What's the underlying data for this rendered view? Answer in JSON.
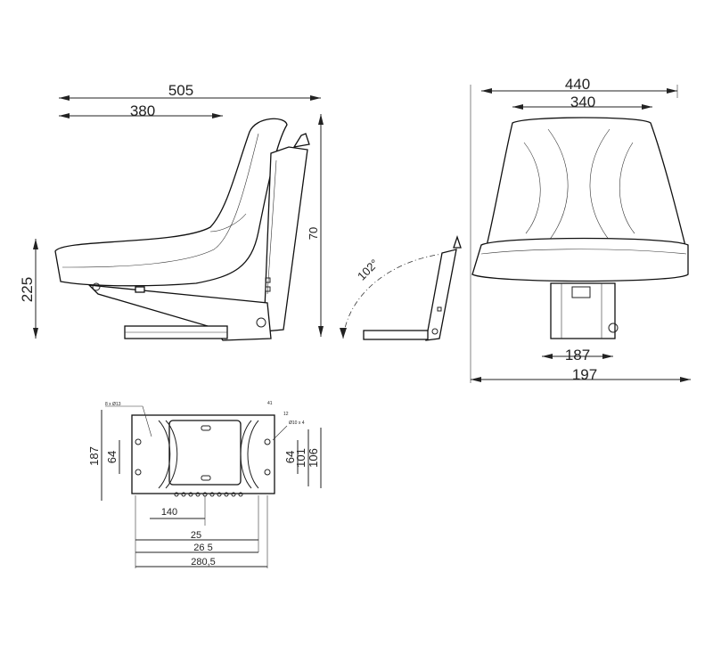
{
  "side_view": {
    "dim_total_width": "505",
    "dim_seat_depth": "380",
    "dim_height": "225",
    "dim_partial": "70"
  },
  "fold_view": {
    "angle": "102°"
  },
  "front_view": {
    "dim_outer_width": "440",
    "dim_seat_width": "340",
    "dim_rail_inner": "187",
    "dim_rail_outer": "197"
  },
  "base_plate": {
    "hole_note_left": "8 x Ø13",
    "hole_note_right": "Ø10 x 4",
    "dim_top_small": "41",
    "dim_right_small": "12",
    "dim_height_187": "187",
    "dim_height_64_left": "64",
    "dim_height_64_right": "64",
    "dim_height_101": "101",
    "dim_height_106": "106",
    "dim_140": "140",
    "dim_25": "25",
    "dim_265": "26 5",
    "dim_2805": "280,5"
  }
}
